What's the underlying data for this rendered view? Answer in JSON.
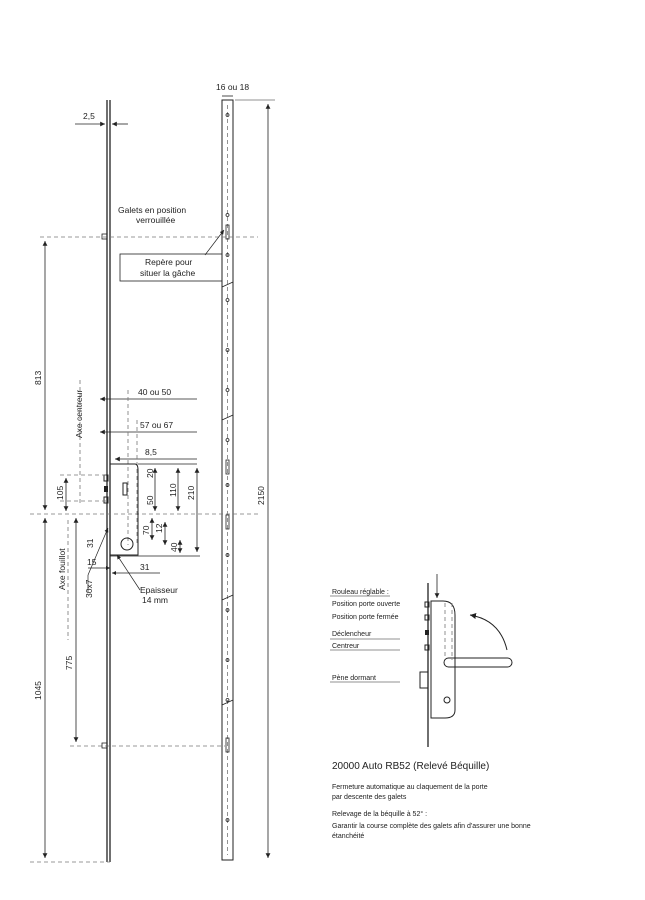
{
  "drawing": {
    "top_width": "16 ou 18",
    "rail_offset": "2,5",
    "galets_label_1": "Galets en position",
    "galets_label_2": "verrouillée",
    "repere_1": "Repère pour",
    "repere_2": "situer la gâche",
    "dim_813": "813",
    "dim_1045": "1045",
    "dim_775": "775",
    "dim_2150": "2150",
    "axe_centreur": "Axe centreur",
    "axe_fouillot": "Axe fouillot",
    "dim_40_50": "40 ou 50",
    "dim_57_67": "57 ou 67",
    "dim_8_5": "8,5",
    "dim_105": "105",
    "dim_20": "20",
    "dim_50": "50",
    "dim_110": "110",
    "dim_210": "210",
    "dim_70": "70",
    "dim_12": "12",
    "dim_40": "40",
    "dim_31a": "31",
    "dim_31b": "31",
    "dim_15": "15",
    "dim_30x7": "30x7",
    "epaisseur_1": "Epaisseur",
    "epaisseur_2": "14 mm"
  },
  "detail": {
    "rouleau": "Rouleau réglable :",
    "ouverte": "Position porte ouverte",
    "fermee": "Position porte fermée",
    "declencheur": "Déclencheur",
    "centreur": "Centreur",
    "pene": "Pène dormant"
  },
  "description": {
    "title": "20000 Auto RB52 (Relevé Béquille)",
    "line1": "Fermeture automatique au claquement de la porte",
    "line2": "par descente des galets",
    "line3": "Relevage de la béquille à 52° :",
    "line4": "Garantir la course complète des galets afin d'assurer une bonne",
    "line5": "étanchéité"
  }
}
